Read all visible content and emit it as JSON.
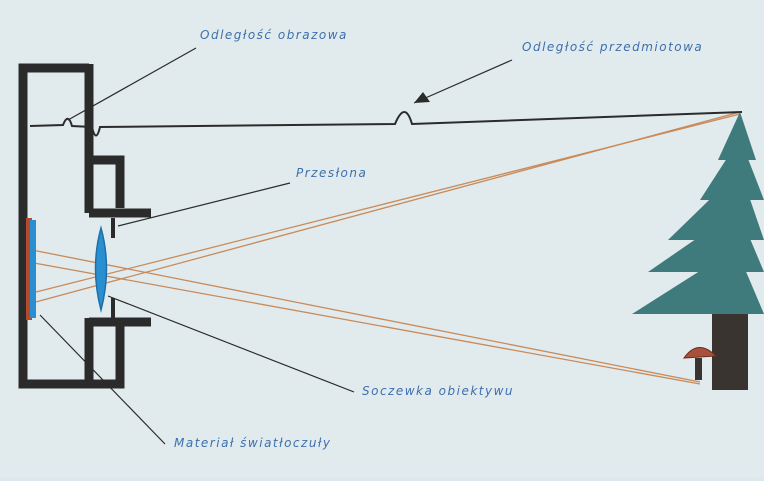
{
  "labels": {
    "image_distance": "Odległość obrazowa",
    "object_distance": "Odległość przedmiotowa",
    "aperture": "Przesłona",
    "lens_element": "Soczewka obiektywu",
    "photosensitive_material": "Materiał światłoczuły"
  },
  "colors": {
    "paper": "#dde8ec",
    "camera_body": "#2b2b2b",
    "label_text": "#3d6fae",
    "film": "#2a8fd0",
    "film_edge": "#b24a2e",
    "light_rays": "#c98a5a",
    "tree": "#3f7a7d",
    "trunk": "#3a3430",
    "mushroom_cap": "#a8503a"
  }
}
